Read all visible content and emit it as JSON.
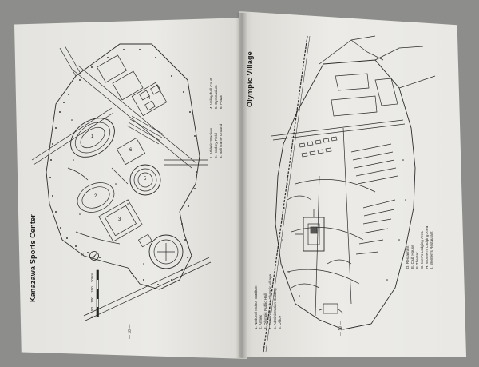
{
  "spread": {
    "left_page": {
      "title": "Kanazawa Sports Center",
      "page_number": "— 18 —",
      "legend_col1": [
        "1. Athletic Stadium",
        "2. Hockey Field",
        "3. Ball Game Ground"
      ],
      "legend_col2": [
        "4. Volley-ball Court",
        "5. Gymnasium",
        "6. Plaza"
      ],
      "map_numbers": [
        "1",
        "2",
        "3",
        "4",
        "5",
        "6"
      ],
      "scale_labels": [
        "0",
        "50",
        "100",
        "150",
        "200m"
      ],
      "north_arrow_label": "N"
    },
    "right_page": {
      "title": "Olympic Village",
      "page_number": "— 19 —",
      "legend_col1": [
        "1. National Indoor Stadium",
        "2. Annex",
        "3. Olympic Public Hall",
        "4. Entrance to the Olympic Village",
        "5. Administration Building",
        "6. Office"
      ],
      "legend_col2": [
        "D. Restaurant",
        "E. Club House",
        "F. Theater",
        "G. Men's Lodging Area",
        "H. Women's Lodging Area",
        "I. Women's Restaurant"
      ]
    }
  },
  "colors": {
    "background": "#8d8d8b",
    "paper": "#ebeae6",
    "ink": "#1b1b1b"
  }
}
